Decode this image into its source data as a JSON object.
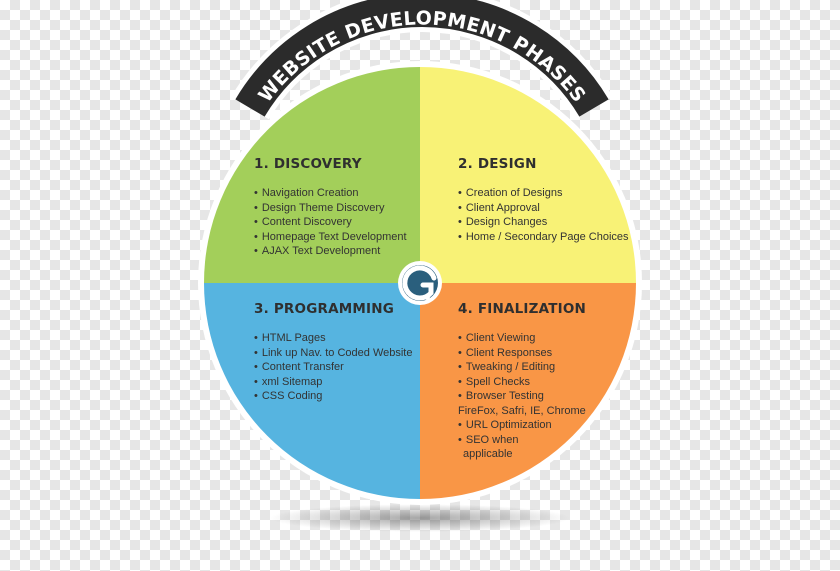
{
  "title": "WEBSITE DEVELOPMENT PHASES",
  "colors": {
    "discovery": "#a3cf5a",
    "design": "#f8f276",
    "programming": "#56b4e0",
    "finalization": "#f99646",
    "banner": "#2b2b2b",
    "outline": "#ffffff"
  },
  "center_icon": "logo-icon",
  "quadrants": [
    {
      "title": "1. DISCOVERY",
      "items": [
        "Navigation Creation",
        "Design Theme Discovery",
        "Content Discovery",
        "Homepage Text Development",
        "AJAX Text Development"
      ]
    },
    {
      "title": "2. DESIGN",
      "items": [
        "Creation of Designs",
        "Client Approval",
        "Design Changes",
        "Home / Secondary Page Choices"
      ]
    },
    {
      "title": "3. PROGRAMMING",
      "items": [
        "HTML Pages",
        "Link up Nav. to Coded Website",
        "Content Transfer",
        "xml Sitemap",
        "CSS Coding"
      ]
    },
    {
      "title": "4. FINALIZATION",
      "items": [
        "Client Viewing",
        "Client Responses",
        "Tweaking / Editing",
        "Spell Checks",
        "Browser Testing",
        "FireFox, Safri, IE, Chrome",
        "URL Optimization",
        "SEO when",
        "applicable"
      ]
    }
  ]
}
